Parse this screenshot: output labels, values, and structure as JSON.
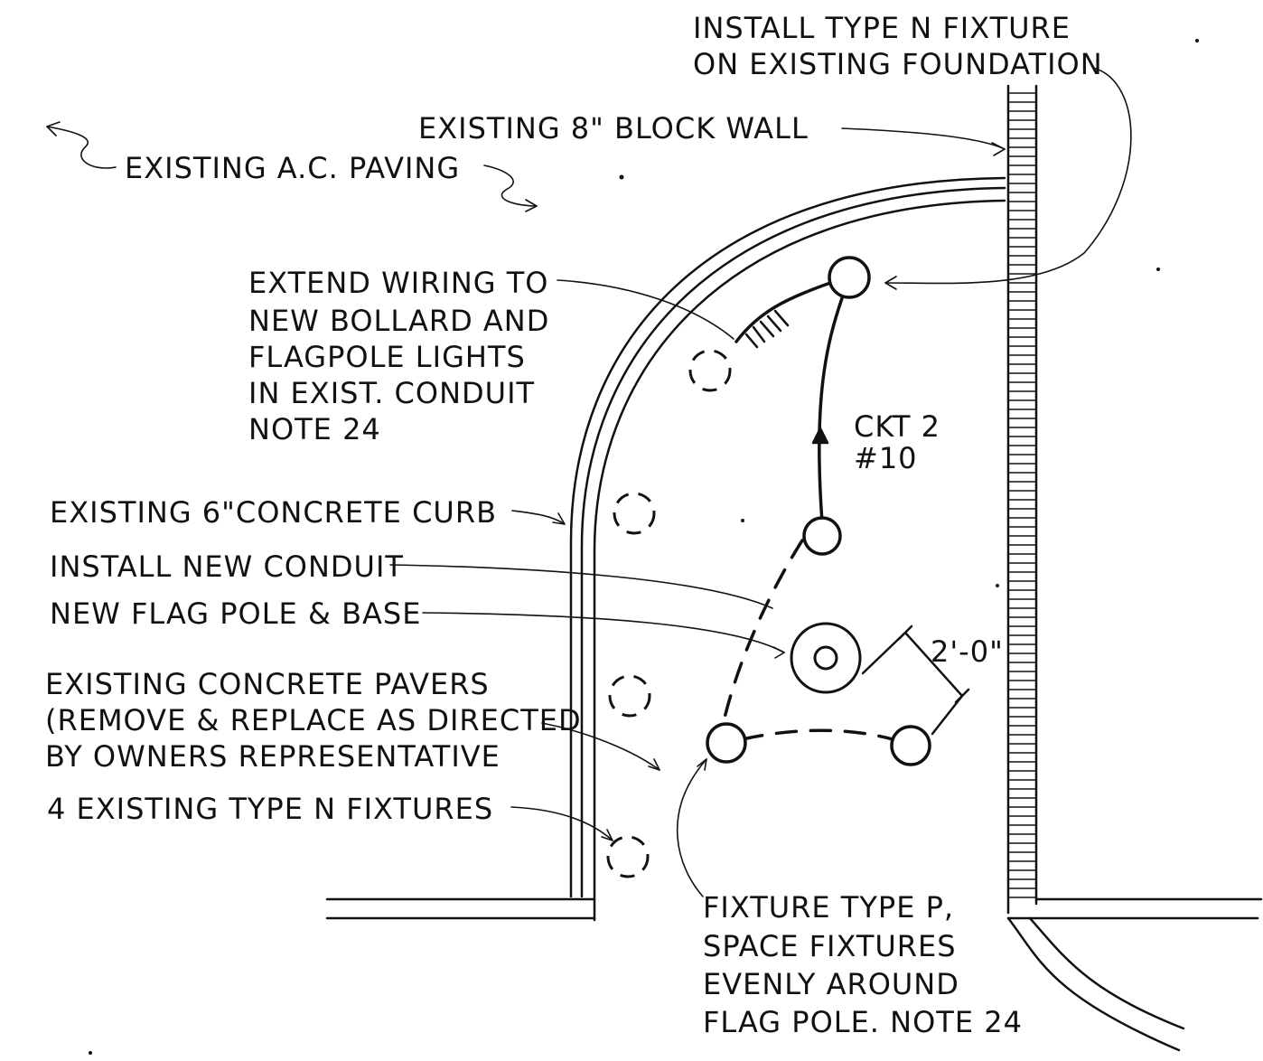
{
  "notes": {
    "install_fixture_1": "INSTALL TYPE N FIXTURE",
    "install_fixture_2": "ON EXISTING FOUNDATION",
    "block_wall": "EXISTING 8\" BLOCK WALL",
    "ac_paving": "EXISTING A.C. PAVING",
    "extend_wiring_1": "EXTEND WIRING TO",
    "extend_wiring_2": "NEW BOLLARD AND",
    "extend_wiring_3": "FLAGPOLE LIGHTS",
    "extend_wiring_4": "IN EXIST. CONDUIT",
    "extend_wiring_5": "NOTE 24",
    "ckt_1": "CKT 2",
    "ckt_2": "#10",
    "curb": "EXISTING 6\"CONCRETE CURB",
    "conduit": "INSTALL NEW CONDUIT",
    "flag_pole": "NEW FLAG POLE & BASE",
    "dimension": "2'-0\"",
    "pavers_1": "EXISTING CONCRETE PAVERS",
    "pavers_2": "(REMOVE & REPLACE AS DIRECTED",
    "pavers_3": "BY OWNERS REPRESENTATIVE",
    "existing_fixtures": "4 EXISTING TYPE N FIXTURES",
    "fixture_p_1": "FIXTURE TYPE P,",
    "fixture_p_2": "SPACE FIXTURES",
    "fixture_p_3": "EVENLY AROUND",
    "fixture_p_4": "FLAG POLE. NOTE 24"
  }
}
